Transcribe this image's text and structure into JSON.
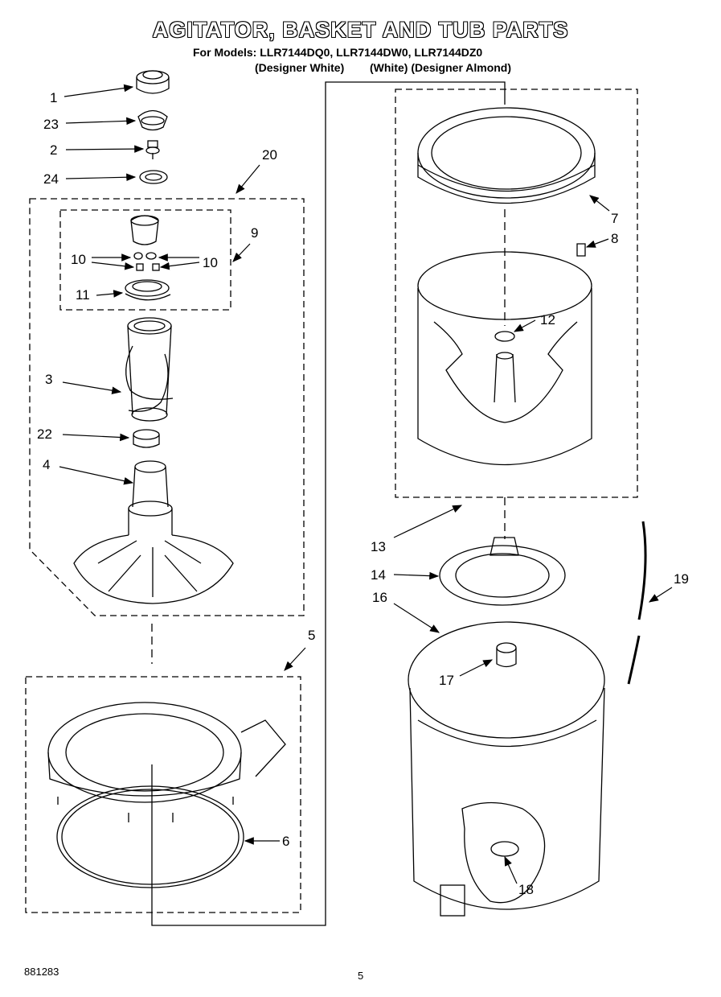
{
  "header": {
    "title": "AGITATOR, BASKET AND TUB PARTS",
    "models": "For Models: LLR7144DQ0, LLR7144DW0, LLR7144DZ0",
    "variant_1": "(Designer White)",
    "variant_2": "(White) (Designer Almond)"
  },
  "callouts": {
    "c1": "1",
    "c23": "23",
    "c2": "2",
    "c24": "24",
    "c20": "20",
    "c9": "9",
    "c10a": "10",
    "c10b": "10",
    "c11": "11",
    "c3": "3",
    "c22": "22",
    "c4": "4",
    "c5": "5",
    "c6": "6",
    "c7": "7",
    "c8": "8",
    "c12": "12",
    "c13": "13",
    "c14": "14",
    "c16": "16",
    "c17": "17",
    "c18": "18",
    "c19": "19"
  },
  "footer": {
    "doc_number": "881283",
    "page_number": "5"
  }
}
